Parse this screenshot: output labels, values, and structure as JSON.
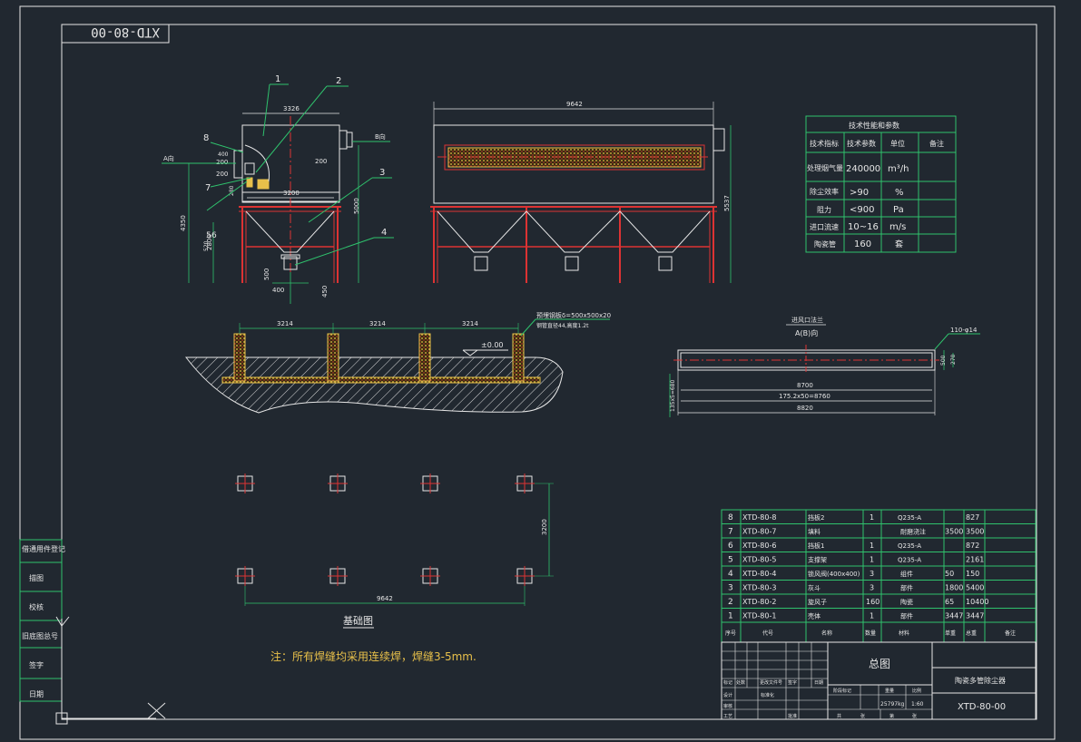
{
  "drawing_code_top": "XTD-80-00",
  "front_view": {
    "labels": [
      "1",
      "2",
      "3",
      "4",
      "5",
      "6",
      "7",
      "8"
    ],
    "dims": {
      "top_width": "3326",
      "inner_width": "3200",
      "total_height": "4350",
      "lower_height": "5000",
      "leg_height": "2800",
      "d200a": "200",
      "d200b": "200",
      "d200c": "200",
      "d400a": "400",
      "d400b": "400",
      "d500": "500",
      "d450": "450",
      "d280": "280",
      "d520": "520"
    },
    "view_a": "A向",
    "view_b": "B向"
  },
  "side_view": {
    "overall_width": "9642",
    "height": "5537"
  },
  "foundation_section": {
    "spacing": [
      "3214",
      "3214",
      "3214"
    ],
    "level": "±0.00",
    "note_line1": "预埋钢板δ=500x500x20",
    "note_line2": "钢管直径44,高度1.2t"
  },
  "inlet_view": {
    "title": "进风口法兰",
    "subtitle": "A(B)向",
    "hole_note": "110-φ14",
    "dim_h1": "500",
    "dim_h2": "270",
    "side_dim": "135x5=680",
    "dims": [
      "8700",
      "175.2x50=8760",
      "8820"
    ]
  },
  "foundation_plan": {
    "title": "基础图",
    "dim_vertical": "3200",
    "dim_horizontal": "9642"
  },
  "note": "注：所有焊缝均采用连续焊，焊缝3-5mm.",
  "tech_table": {
    "title": "技术性能和参数",
    "headers": [
      "技术指标",
      "技术参数",
      "单位",
      "备注"
    ],
    "rows": [
      [
        "处理烟气量",
        "240000",
        "m³/h",
        ""
      ],
      [
        "除尘效率",
        ">90",
        "%",
        ""
      ],
      [
        "阻力",
        "<900",
        "Pa",
        ""
      ],
      [
        "进口流速",
        "10~16",
        "m/s",
        ""
      ],
      [
        "陶瓷管",
        "160",
        "套",
        ""
      ]
    ]
  },
  "bom": {
    "rows": [
      [
        "8",
        "XTD-80-8",
        "挡板2",
        "1",
        "Q235-A",
        "",
        "827"
      ],
      [
        "7",
        "XTD-80-7",
        "填料",
        "",
        "耐磨浇注",
        "3500",
        "3500"
      ],
      [
        "6",
        "XTD-80-6",
        "挡板1",
        "1",
        "Q235-A",
        "",
        "872"
      ],
      [
        "5",
        "XTD-80-5",
        "支撑架",
        "1",
        "Q235-A",
        "",
        "2161"
      ],
      [
        "4",
        "XTD-80-4",
        "锁风阀(400x400)",
        "3",
        "组件",
        "50",
        "150"
      ],
      [
        "3",
        "XTD-80-3",
        "灰斗",
        "3",
        "部件",
        "1800",
        "5400"
      ],
      [
        "2",
        "XTD-80-2",
        "旋风子",
        "160",
        "陶瓷",
        "65",
        "10400"
      ],
      [
        "1",
        "XTD-80-1",
        "壳体",
        "1",
        "部件",
        "3447",
        "3447"
      ]
    ],
    "headers": [
      "序号",
      "代号",
      "名称",
      "数量",
      "材料",
      "单重",
      "总重",
      "备注"
    ]
  },
  "title_block": {
    "drawing_title": "总图",
    "product_name": "陶瓷多管除尘器",
    "drawing_code": "XTD-80-00",
    "weight": "25797kg",
    "scale": "1:60",
    "cells": [
      "标记",
      "处数",
      "更改文件号",
      "签字",
      "日期",
      "设计",
      "标准化",
      "审核",
      "工艺",
      "批准",
      "阶段标记",
      "重量",
      "比例",
      "共",
      "张",
      "第",
      "张"
    ]
  },
  "left_sidebar": [
    "借通用件登记",
    "描图",
    "校核",
    "旧底图总号",
    "签字",
    "日期"
  ]
}
